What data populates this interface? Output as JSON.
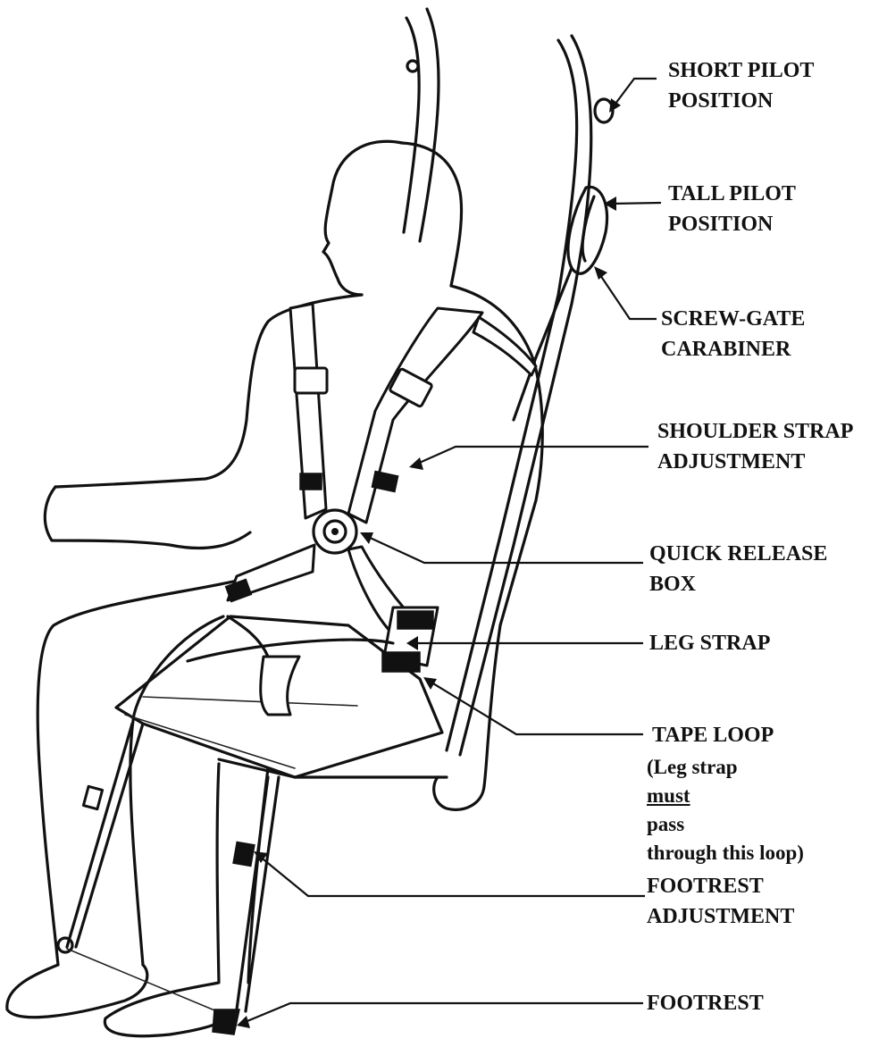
{
  "labels": {
    "short_pilot": [
      "SHORT PILOT",
      "POSITION"
    ],
    "tall_pilot": [
      "TALL PILOT",
      "POSITION"
    ],
    "carabiner": [
      "SCREW-GATE",
      "CARABINER"
    ],
    "shoulder_strap": [
      "SHOULDER STRAP",
      "ADJUSTMENT"
    ],
    "quick_release": [
      "QUICK RELEASE",
      "BOX"
    ],
    "leg_strap": "LEG STRAP",
    "tape_loop": "TAPE LOOP",
    "tape_loop_note": {
      "before": "(Leg strap ",
      "emphasis": "must",
      "after": " pass",
      "line2": "through this loop)"
    },
    "footrest_adjustment": [
      "FOOTREST",
      "ADJUSTMENT"
    ],
    "footrest": "FOOTREST"
  }
}
